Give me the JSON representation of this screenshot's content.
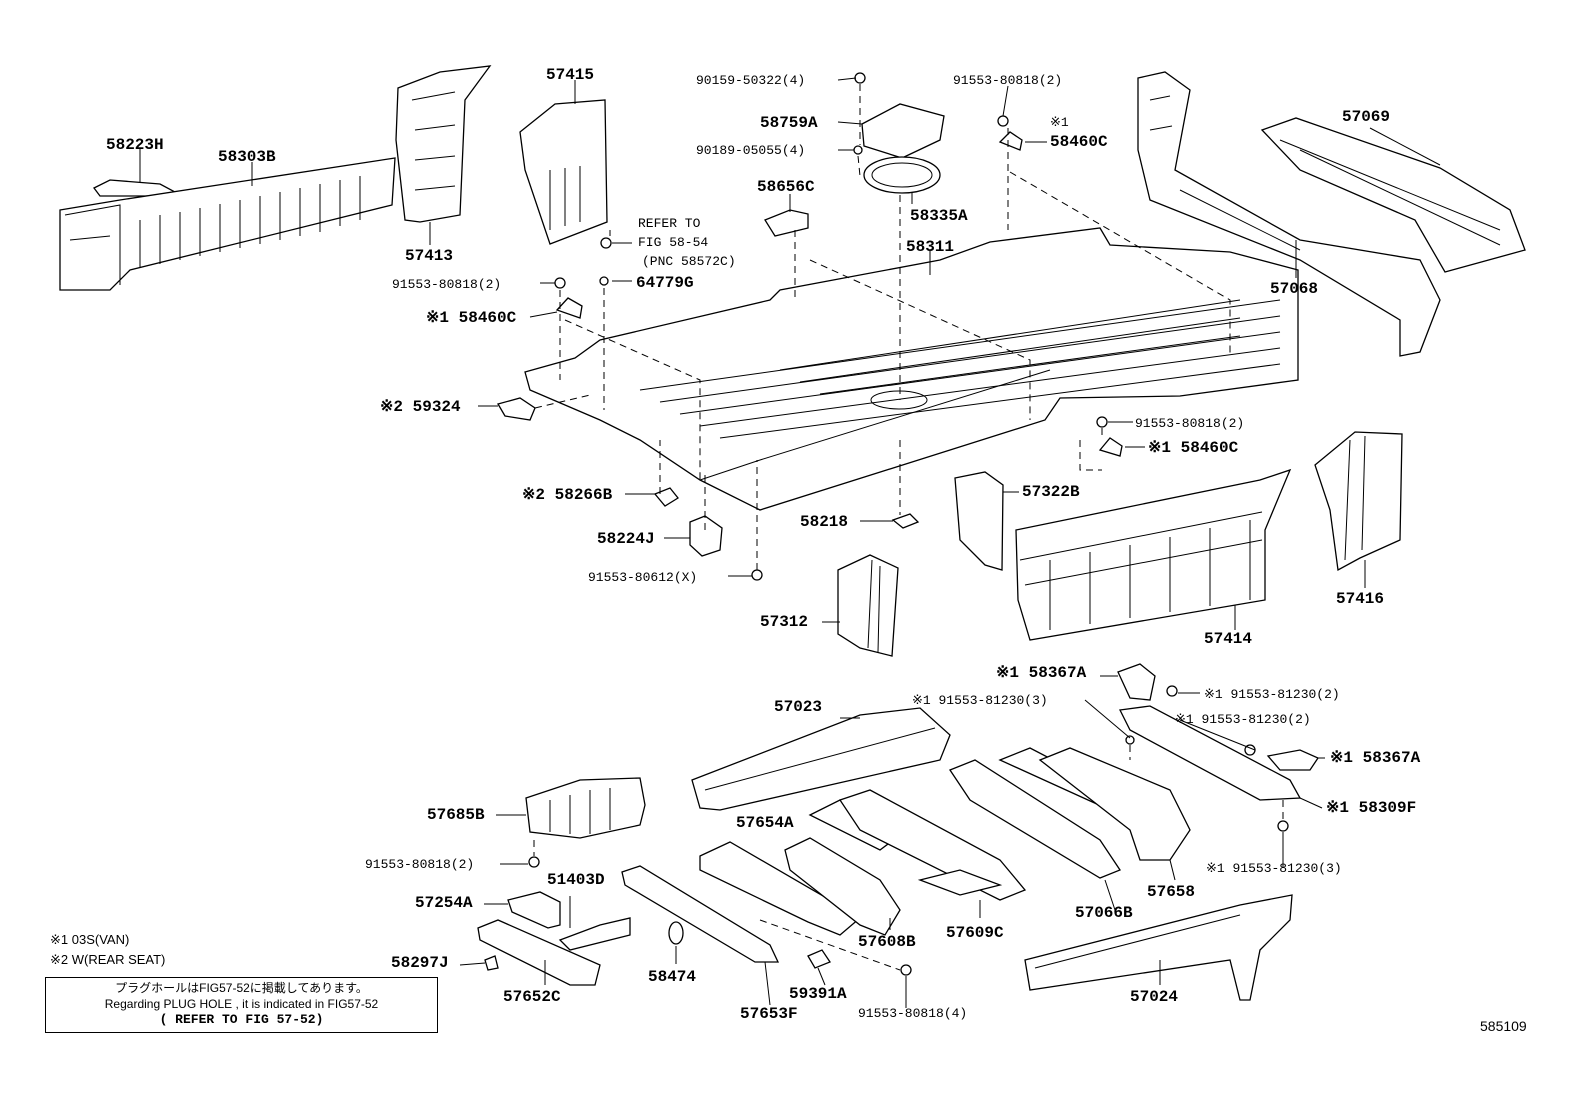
{
  "labels": {
    "p58223H": "58223H",
    "p58303B": "58303B",
    "p57413": "57413",
    "p57415": "57415",
    "refer_to": "REFER TO",
    "fig_58_54": "FIG 58-54",
    "pnc_58572c": "(PNC 58572C)",
    "p91553_80818_2_left": "91553-80818(2)",
    "p58460C_left": "※1 58460C",
    "p64779G": "64779G",
    "p90159_50322": "90159-50322(4)",
    "p58759A": "58759A",
    "p90189_05055": "90189-05055(4)",
    "p58656C": "58656C",
    "p58335A": "58335A",
    "p58311": "58311",
    "p91553_80818_2_top": "91553-80818(2)",
    "mark1_top": "※1",
    "p58460C_top": "58460C",
    "p57069": "57069",
    "p57068": "57068",
    "p59324": "※2 59324",
    "p91553_80818_2_right": "91553-80818(2)",
    "p58460C_right": "※1 58460C",
    "p58266B": "※2 58266B",
    "p58224J": "58224J",
    "p58218": "58218",
    "p57322B": "57322B",
    "p91553_80612": "91553-80612(X)",
    "p57312": "57312",
    "p57414": "57414",
    "p57416": "57416",
    "p58367A_top": "※1 58367A",
    "p91553_81230_2_a": "※1 91553-81230(2)",
    "p91553_81230_3_top": "※1 91553-81230(3)",
    "p57023": "57023",
    "p91553_81230_2_b": "※1 91553-81230(2)",
    "p58367A_right": "※1 58367A",
    "p58309F": "※1 58309F",
    "p57685B": "57685B",
    "p57654A": "57654A",
    "p91553_80818_2_bottom": "91553-80818(2)",
    "p91553_81230_3_bottom": "※1 91553-81230(3)",
    "p51403D": "51403D",
    "p57658": "57658",
    "p57254A": "57254A",
    "p57066B": "57066B",
    "p57608B": "57608B",
    "p57609C": "57609C",
    "p58297J": "58297J",
    "p58474": "58474",
    "p57652C": "57652C",
    "p59391A": "59391A",
    "p57024": "57024",
    "p57653F": "57653F",
    "p91553_80818_4": "91553-80818(4)"
  },
  "legend": {
    "note1": "※1 03S(VAN)",
    "note2": "※2 W(REAR SEAT)"
  },
  "note_box": {
    "line1": "プラグホールはFIG57-52に掲載してあります。",
    "line2": "Regarding PLUG HOLE , it is indicated in FIG57-52",
    "line3": "( REFER TO FIG 57-52)"
  },
  "figure_number": "585109"
}
